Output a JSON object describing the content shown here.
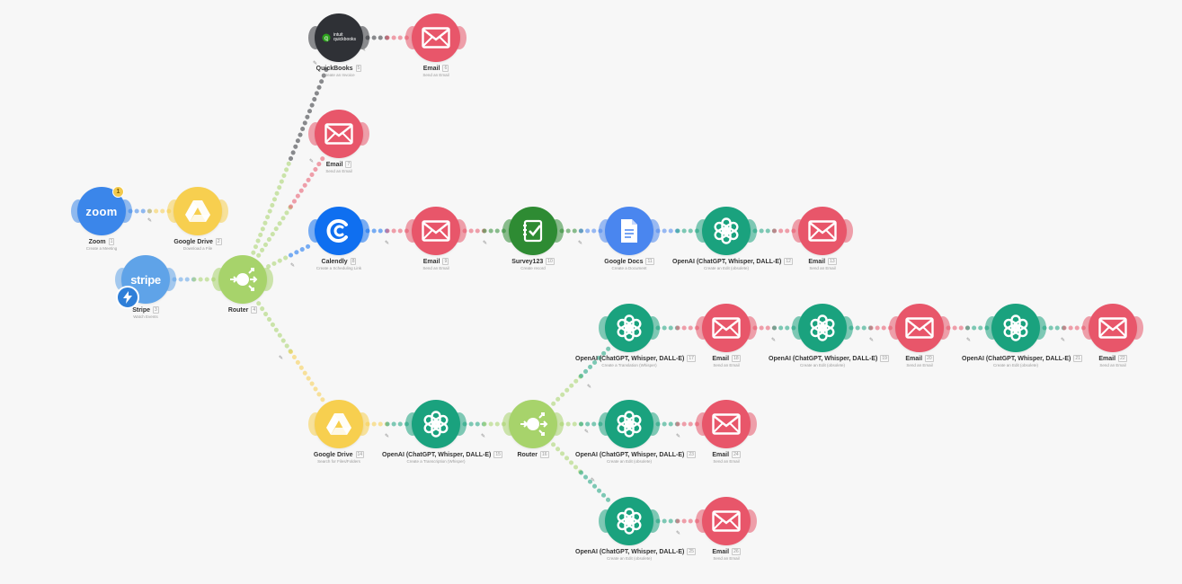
{
  "colors": {
    "email": "#e8566a",
    "openai": "#1aa27e",
    "router": "#a7d36b",
    "gdrive": "#f7cf4f",
    "calendly": "#0f6ff0",
    "survey": "#2e8b33",
    "gdocs": "#4a86ef",
    "zoom": "#3b86ea",
    "stripe": "#5fa3e8",
    "quickbooks": "#2f3136"
  },
  "nodes": {
    "zoom": {
      "label": "Zoom",
      "index": "1",
      "sub": "Create a Meeting",
      "logo": "zoom"
    },
    "gdrive1": {
      "label": "Google Drive",
      "index": "2",
      "sub": "Download a File"
    },
    "stripe": {
      "label": "Stripe",
      "index": "3",
      "sub": "Watch Events",
      "logo": "stripe"
    },
    "router1": {
      "label": "Router",
      "index": "4"
    },
    "quickbooks": {
      "label": "QuickBooks",
      "index": "5",
      "sub": "Create an Invoice",
      "logo_line1": "intuit",
      "logo_line2": "quickbooks"
    },
    "email_qb": {
      "label": "Email",
      "index": "6",
      "sub": "Send an Email"
    },
    "email_b2": {
      "label": "Email",
      "index": "7",
      "sub": "Send an Email"
    },
    "calendly": {
      "label": "Calendly",
      "index": "8",
      "sub": "Create a Scheduling Link"
    },
    "email_cal": {
      "label": "Email",
      "index": "9",
      "sub": "Send an Email"
    },
    "survey": {
      "label": "Survey123",
      "index": "10",
      "sub": "Create record"
    },
    "gdocs": {
      "label": "Google Docs",
      "index": "11",
      "sub": "Create a Document"
    },
    "openai_cal": {
      "label": "OpenAI (ChatGPT, Whisper, DALL-E)",
      "index": "12",
      "sub": "Create an Edit (obsolete)"
    },
    "email_end": {
      "label": "Email",
      "index": "13",
      "sub": "Send an Email"
    },
    "gdrive2": {
      "label": "Google Drive",
      "index": "14",
      "sub": "Search for Files/Folders"
    },
    "openai_tr": {
      "label": "OpenAI (ChatGPT, Whisper, DALL-E)",
      "index": "15",
      "sub": "Create a Transcription (Whisper)"
    },
    "router2": {
      "label": "Router",
      "index": "16"
    },
    "openai_t1": {
      "label": "OpenAI (ChatGPT, Whisper, DALL-E)",
      "index": "17",
      "sub": "Create a Translation (Whisper)"
    },
    "email_t1": {
      "label": "Email",
      "index": "18",
      "sub": "Send an Email"
    },
    "openai_t2": {
      "label": "OpenAI (ChatGPT, Whisper, DALL-E)",
      "index": "19",
      "sub": "Create an Edit (obsolete)"
    },
    "email_t2": {
      "label": "Email",
      "index": "20",
      "sub": "Send an Email"
    },
    "openai_t3": {
      "label": "OpenAI (ChatGPT, Whisper, DALL-E)",
      "index": "21",
      "sub": "Create an Edit (obsolete)"
    },
    "email_t3": {
      "label": "Email",
      "index": "22",
      "sub": "Send an Email"
    },
    "openai_m": {
      "label": "OpenAI (ChatGPT, Whisper, DALL-E)",
      "index": "23",
      "sub": "Create an Edit (obsolete)"
    },
    "email_m": {
      "label": "Email",
      "index": "24",
      "sub": "Send an Email"
    },
    "openai_b": {
      "label": "OpenAI (ChatGPT, Whisper, DALL-E)",
      "index": "25",
      "sub": "Create an Edit (obsolete)"
    },
    "email_b": {
      "label": "Email",
      "index": "26",
      "sub": "Send an Email"
    }
  },
  "zoom_badge": "1",
  "links": [
    [
      "zoom",
      "gdrive1"
    ],
    [
      "stripe",
      "router1"
    ],
    [
      "router1",
      "quickbooks"
    ],
    [
      "quickbooks",
      "email_qb"
    ],
    [
      "router1",
      "email_b2"
    ],
    [
      "router1",
      "calendly"
    ],
    [
      "calendly",
      "email_cal"
    ],
    [
      "email_cal",
      "survey"
    ],
    [
      "survey",
      "gdocs"
    ],
    [
      "gdocs",
      "openai_cal"
    ],
    [
      "openai_cal",
      "email_end"
    ],
    [
      "router1",
      "gdrive2"
    ],
    [
      "gdrive2",
      "openai_tr"
    ],
    [
      "openai_tr",
      "router2"
    ],
    [
      "router2",
      "openai_t1"
    ],
    [
      "openai_t1",
      "email_t1"
    ],
    [
      "email_t1",
      "openai_t2"
    ],
    [
      "openai_t2",
      "email_t2"
    ],
    [
      "email_t2",
      "openai_t3"
    ],
    [
      "openai_t3",
      "email_t3"
    ],
    [
      "router2",
      "openai_m"
    ],
    [
      "openai_m",
      "email_m"
    ],
    [
      "router2",
      "openai_b"
    ],
    [
      "openai_b",
      "email_b"
    ]
  ]
}
